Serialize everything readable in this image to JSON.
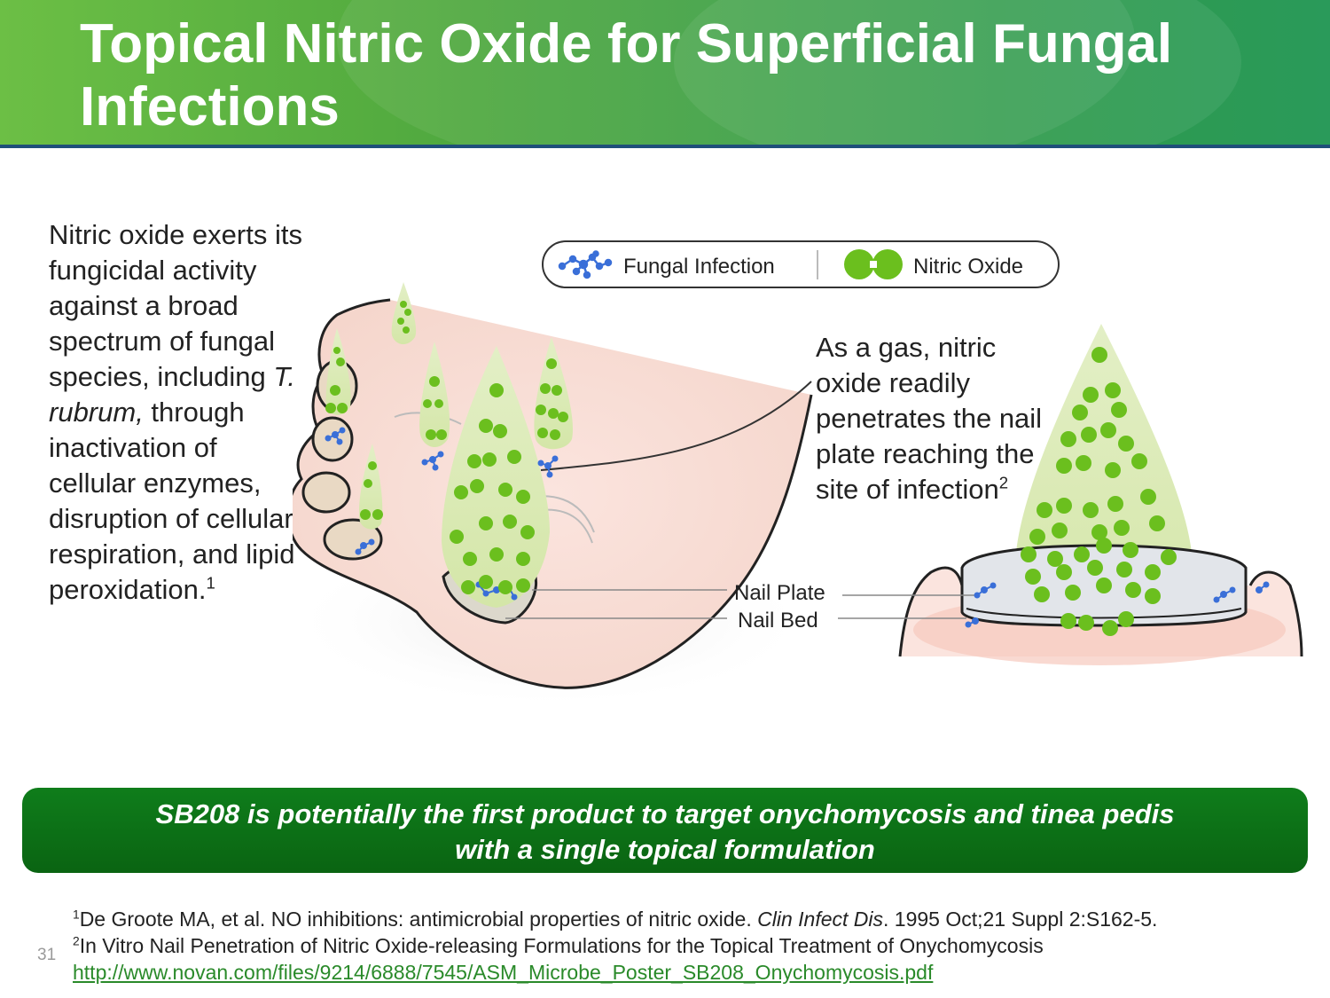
{
  "slide": {
    "title": "Topical Nitric Oxide for Superficial Fungal Infections",
    "number": "31"
  },
  "left_text": {
    "part1": "Nitric oxide exerts its fungicidal activity against a broad spectrum of fungal species, including ",
    "species": "T. rubrum,",
    "part2": " through inactivation of cellular enzymes, disruption of cellular respiration, and lipid peroxidation.",
    "ref_mark": "1"
  },
  "legend": {
    "fungal_label": "Fungal Infection",
    "no_label": "Nitric Oxide"
  },
  "right_text": {
    "text": "As a gas, nitric oxide readily penetrates the nail plate reaching the site of infection",
    "ref_mark": "2"
  },
  "diagram_labels": {
    "nail_plate": "Nail Plate",
    "nail_bed": "Nail Bed"
  },
  "banner": {
    "line1": "SB208 is potentially the first product to target onychomycosis and tinea pedis",
    "line2": "with a single topical formulation"
  },
  "references": {
    "ref1_mark": "1",
    "ref1_text": "De Groote MA, et al. NO inhibitions: antimicrobial properties of nitric oxide. ",
    "ref1_journal": "Clin Infect Dis",
    "ref1_tail": ". 1995 Oct;21 Suppl 2:S162-5.",
    "ref2_mark": "2",
    "ref2_text": "In Vitro Nail Penetration of Nitric Oxide-releasing Formulations for the Topical Treatment of Onychomycosis",
    "ref2_url": "http://www.novan.com/files/9214/6888/7545/ASM_Microbe_Poster_SB208_Onychomycosis.pdf"
  },
  "colors": {
    "header_green": "#4fa83f",
    "banner_green": "#0a6412",
    "no_green": "#6bbf1e",
    "fungal_blue": "#3a6fd8",
    "link_green": "#2a8a2a"
  },
  "icons": [
    "fungal-infection-icon",
    "nitric-oxide-icon"
  ]
}
